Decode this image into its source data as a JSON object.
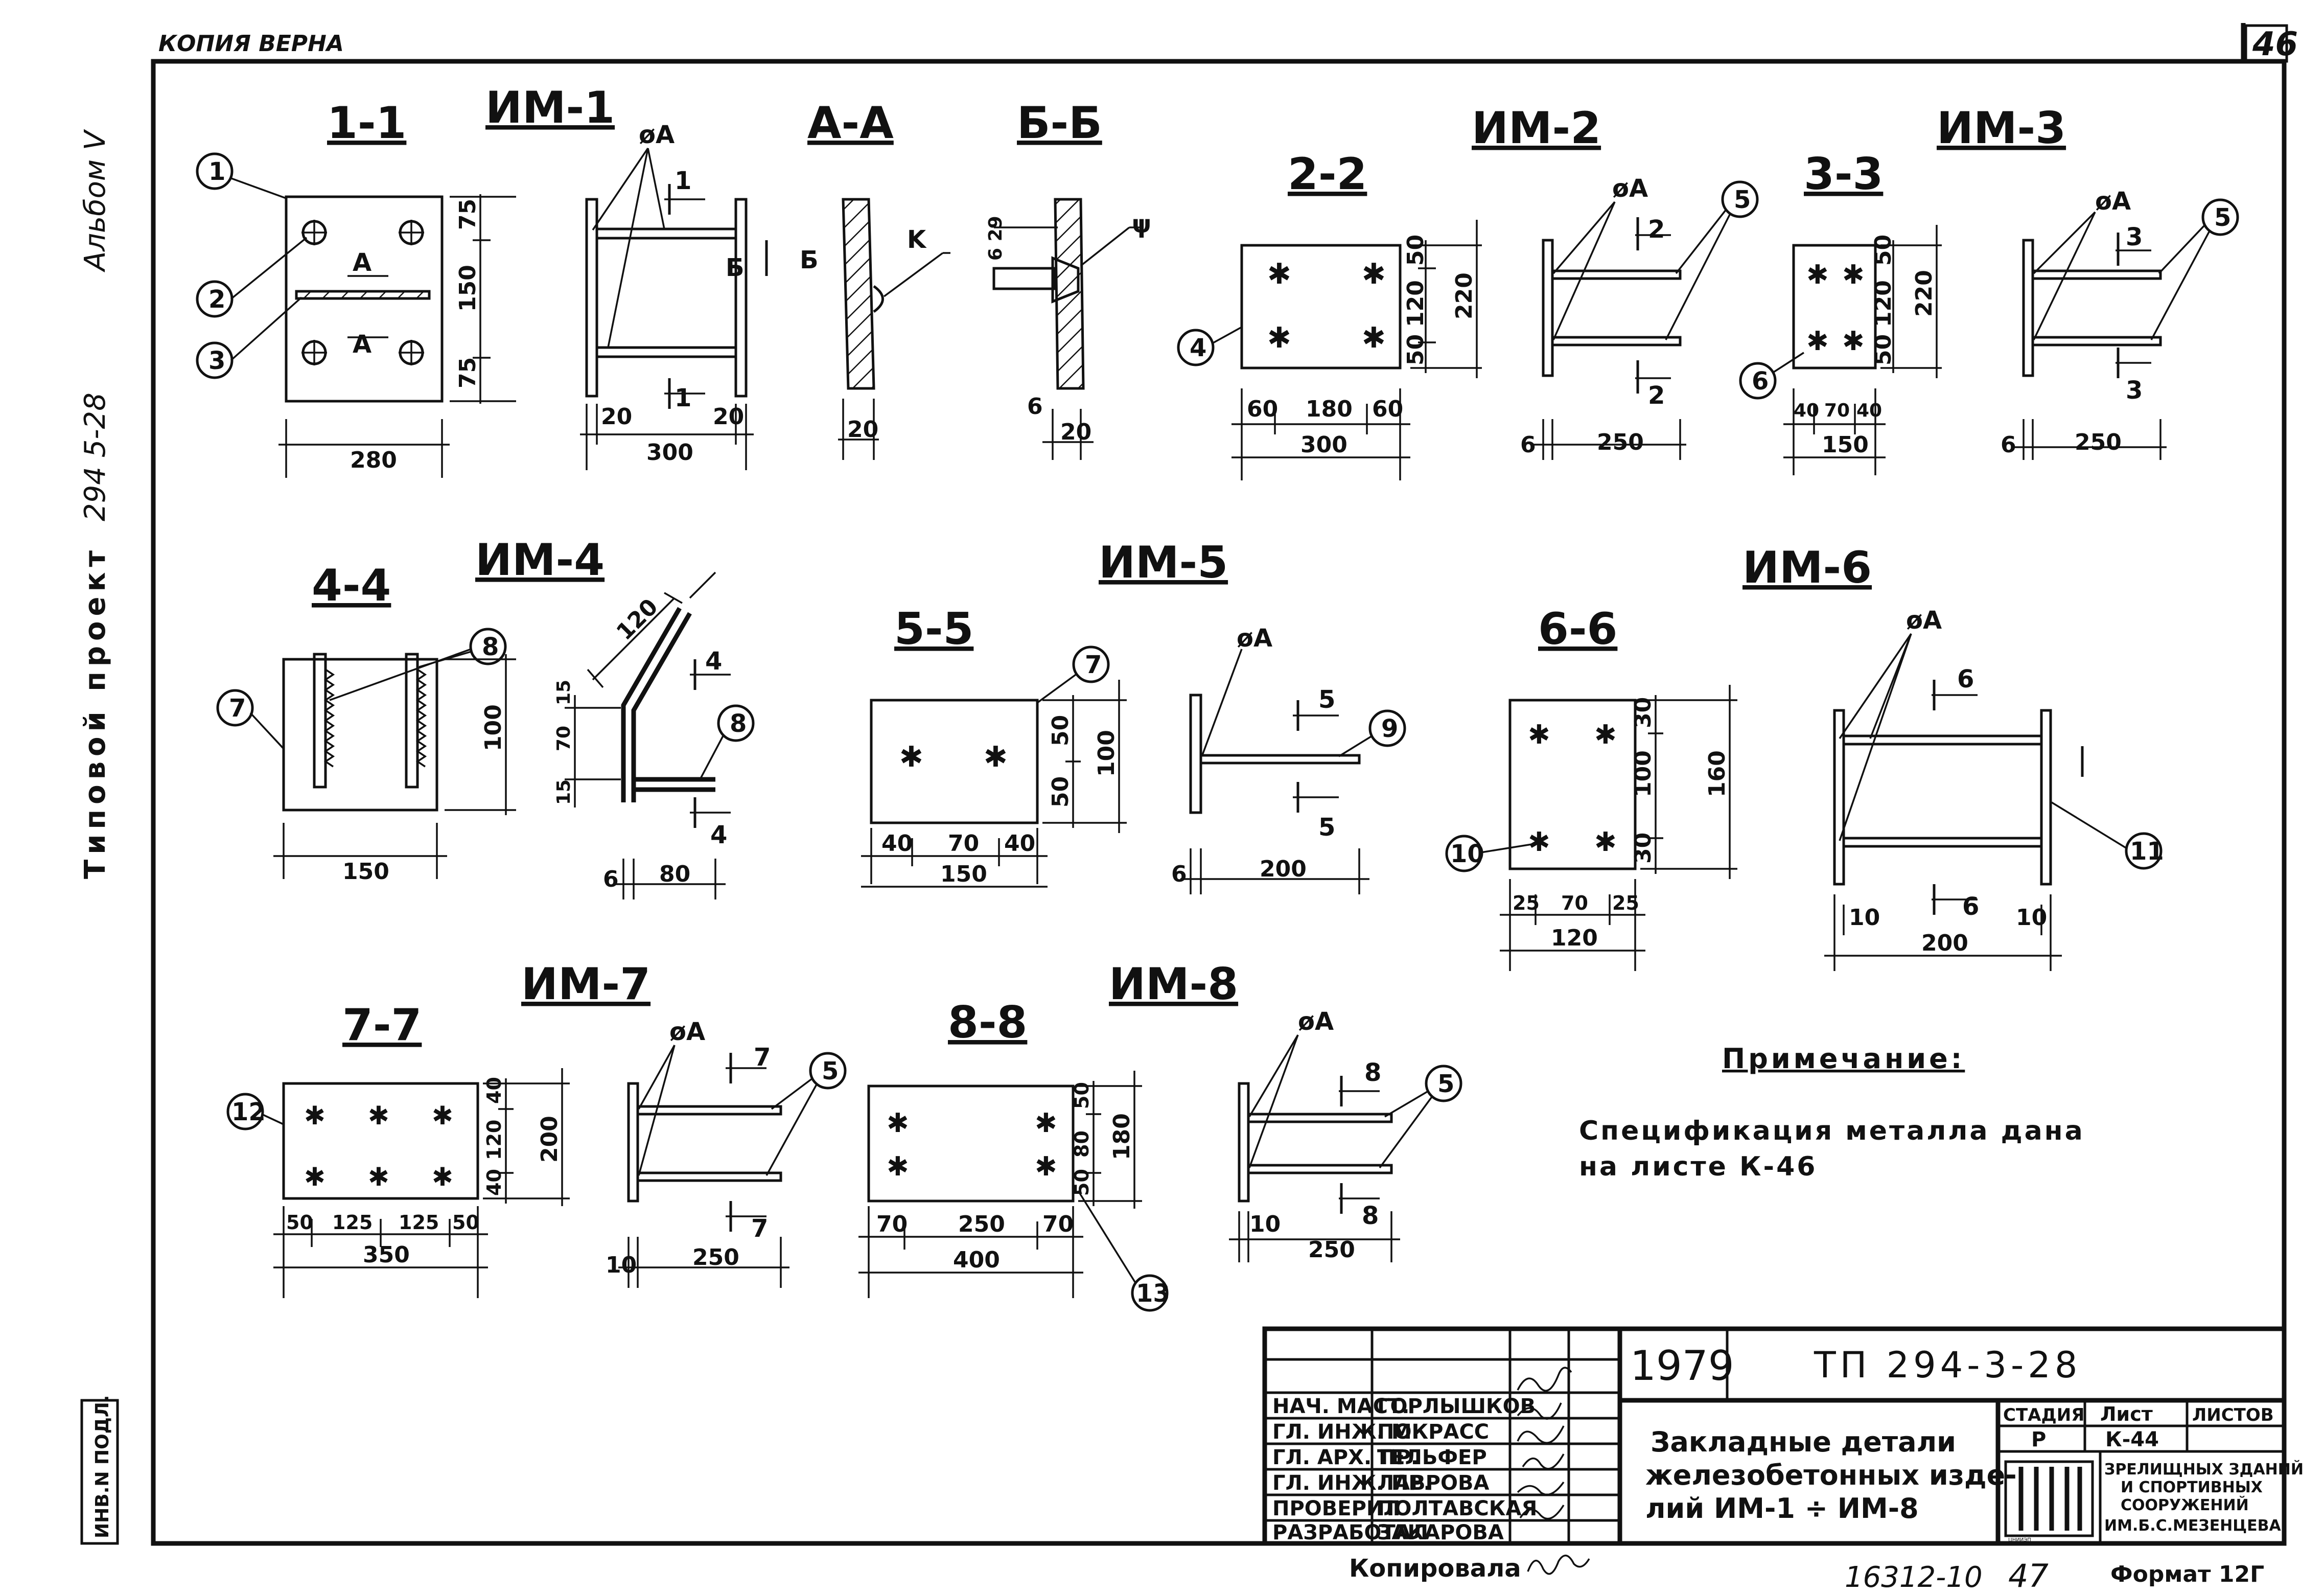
{
  "header": {
    "copy_note": "КОПИЯ ВЕРНА",
    "sheet_number": "46"
  },
  "side_labels": {
    "project": "Типовой проект",
    "project_number": "294 5-28",
    "album": "Альбом V",
    "inv_note": "ИНВ.N ПОДЛ."
  },
  "titles": {
    "im1": "ИМ-1",
    "im2": "ИМ-2",
    "im3": "ИМ-3",
    "im4": "ИМ-4",
    "im5": "ИМ-5",
    "im6": "ИМ-6",
    "im7": "ИМ-7",
    "im8": "ИМ-8"
  },
  "sections": {
    "s11": "1-1",
    "sAA": "А-А",
    "sBB": "Б-Б",
    "s22": "2-2",
    "s33": "3-3",
    "s44": "4-4",
    "s55": "5-5",
    "s66": "6-6",
    "s77": "7-7",
    "s88": "8-8"
  },
  "part_marks": {
    "p1": "1",
    "p2": "2",
    "p3": "3",
    "p4": "4",
    "p5": "5",
    "p5b": "5",
    "p5c": "5",
    "p5d": "5",
    "p6": "6",
    "p7": "7",
    "p7b": "7",
    "p8": "8",
    "p8b": "8",
    "p9": "9",
    "p10": "10",
    "p11": "11",
    "p12": "12",
    "p13": "13"
  },
  "weld_marks": {
    "w1": "øA",
    "w2": "øA",
    "w3": "øA",
    "w4": "øA",
    "w5": "øA",
    "w6": "øA",
    "w7": "øA",
    "k": "K",
    "w_bb": "ψ"
  },
  "cut_labels": {
    "c1a": "1",
    "c1b": "1",
    "cA1": "A",
    "cA2": "A",
    "cB1": "Б",
    "cB2": "Б",
    "c2a": "2",
    "c2b": "2",
    "c3a": "3",
    "c3b": "3",
    "c4a": "4",
    "c4b": "4",
    "c5a": "5",
    "c5b": "5",
    "c6a": "6",
    "c6b": "6",
    "c7a": "7",
    "c7b": "7",
    "c8a": "8",
    "c8b": "8"
  },
  "dims": {
    "im1_280": "280",
    "im1_150": "150",
    "im1_75a": "75",
    "im1_75b": "75",
    "im1_20a": "20",
    "im1_20b": "20",
    "im1_300": "300",
    "aa_20": "20",
    "bb_20": "20",
    "bb_6": "6",
    "bb_629": "6 29",
    "im2_60a": "60",
    "im2_180": "180",
    "im2_60b": "60",
    "im2_300": "300",
    "im2_50a": "50",
    "im2_120": "120",
    "im2_50b": "50",
    "im2_220": "220",
    "im2_6": "6",
    "im2_250": "250",
    "im3_40a": "40",
    "im3_70": "70",
    "im3_40b": "40",
    "im3_150": "150",
    "im3_50a": "50",
    "im3_120": "120",
    "im3_50b": "50",
    "im3_220": "220",
    "im3_6": "6",
    "im3_250": "250",
    "im4_150": "150",
    "im4_100": "100",
    "im4_120": "120",
    "im4_15a": "15",
    "im4_70": "70",
    "im4_15b": "15",
    "im4_6": "6",
    "im4_80": "80",
    "im5_40a": "40",
    "im5_70": "70",
    "im5_40b": "40",
    "im5_150": "150",
    "im5_50a": "50",
    "im5_50b": "50",
    "im5_100": "100",
    "im5_6": "6",
    "im5_200": "200",
    "im6_25a": "25",
    "im6_70": "70",
    "im6_25b": "25",
    "im6_120": "120",
    "im6_30a": "30",
    "im6_100": "100",
    "im6_30b": "30",
    "im6_160": "160",
    "im6_10a": "10",
    "im6_10b": "10",
    "im6_200": "200",
    "im7_50a": "50",
    "im7_125a": "125",
    "im7_125b": "125",
    "im7_50b": "50",
    "im7_350": "350",
    "im7_40a": "40",
    "im7_120": "120",
    "im7_40b": "40",
    "im7_200": "200",
    "im7_10": "10",
    "im7_250": "250",
    "im8_70a": "70",
    "im8_250": "250",
    "im8_70b": "70",
    "im8_400": "400",
    "im8_50a": "50",
    "im8_80": "80",
    "im8_50b": "50",
    "im8_180": "180",
    "im8_10": "10",
    "im8_250b": "250"
  },
  "note": {
    "heading": "Примечание:",
    "line1": "Спецификация металла дана",
    "line2": "на листе К-46"
  },
  "stamp": {
    "year": "1979",
    "code": "ТП 294-3-28",
    "roles": [
      "НАЧ. МАСТ.",
      "ГЛ. ИНЖ. М.",
      "ГЛ. АРХ. ПР.",
      "ГЛ. ИНЖ. ПР.",
      "ПРОВЕРИЛ",
      "РАЗРАБОТАЛ"
    ],
    "names": [
      "ГОРЛЫШКОВ",
      "ПОКРАСС",
      "ТЕЛЬФЕР",
      "ЛАВРОВА",
      "ПОЛТАВСКАЯ",
      "ЗАКАРОВА"
    ],
    "doc_title_1": "Закладные детали",
    "doc_title_2": "железобетонных изде-",
    "doc_title_3": "лий ИМ-1 ÷ ИМ-8",
    "stage_label": "СТАДИЯ",
    "sheet_label": "Лист",
    "sheets_label": "ЛИСТОВ",
    "stage_value": "Р",
    "sheet_value": "К-44",
    "org_logo": "ЦНИИЭП",
    "org_1": "ЗРЕЛИЩНЫХ ЗДАНИЙ",
    "org_2": "И СПОРТИВНЫХ",
    "org_3": "СООРУЖЕНИЙ",
    "org_4": "ИМ.Б.С.МЕЗЕНЦЕВА"
  },
  "footer": {
    "copied_label": "Копировала",
    "inventory": "16312-10",
    "page": "47",
    "format": "Формат 12Г"
  }
}
